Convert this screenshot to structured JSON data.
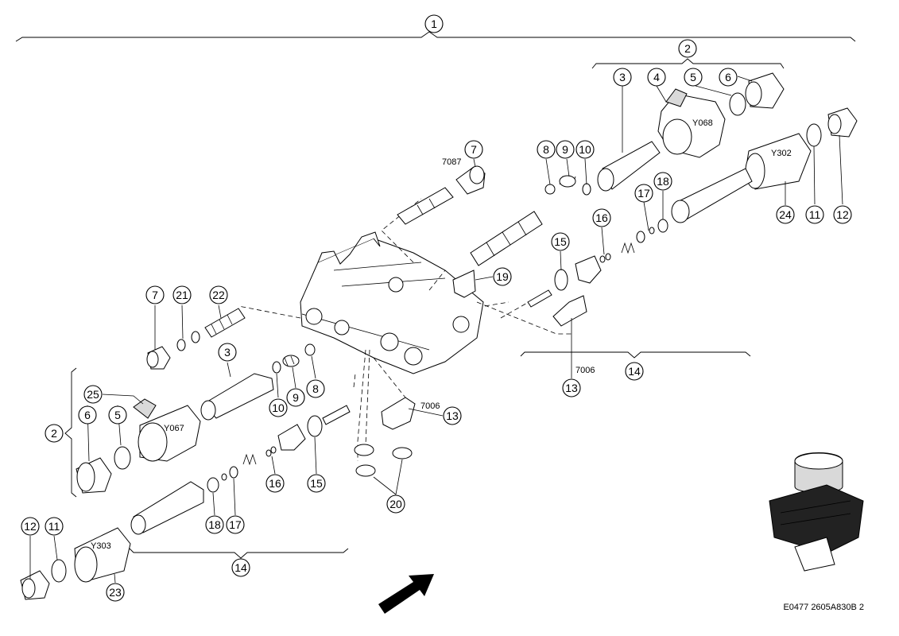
{
  "callouts": {
    "c1": "1",
    "c2a": "2",
    "c2b": "2",
    "c3a": "3",
    "c3b": "3",
    "c4": "4",
    "c5a": "5",
    "c5b": "5",
    "c6a": "6",
    "c6b": "6",
    "c7a": "7",
    "c7b": "7",
    "c8a": "8",
    "c8b": "8",
    "c9a": "9",
    "c9b": "9",
    "c10a": "10",
    "c10b": "10",
    "c11a": "11",
    "c11b": "11",
    "c12a": "12",
    "c12b": "12",
    "c13a": "13",
    "c13b": "13",
    "c14a": "14",
    "c14b": "14",
    "c15a": "15",
    "c15b": "15",
    "c16a": "16",
    "c16b": "16",
    "c17a": "17",
    "c17b": "17",
    "c18a": "18",
    "c18b": "18",
    "c19": "19",
    "c20": "20",
    "c21": "21",
    "c22": "22",
    "c23": "23",
    "c24": "24",
    "c25": "25"
  },
  "labels": {
    "solenoid_y068": "Y068",
    "solenoid_y302": "Y302",
    "solenoid_y067": "Y067",
    "solenoid_y303": "Y303",
    "sensor_7087": "7087",
    "sensor_7006_right": "7006",
    "sensor_7006_left": "7006"
  },
  "reference_code": "E0477 2605A830B 2"
}
